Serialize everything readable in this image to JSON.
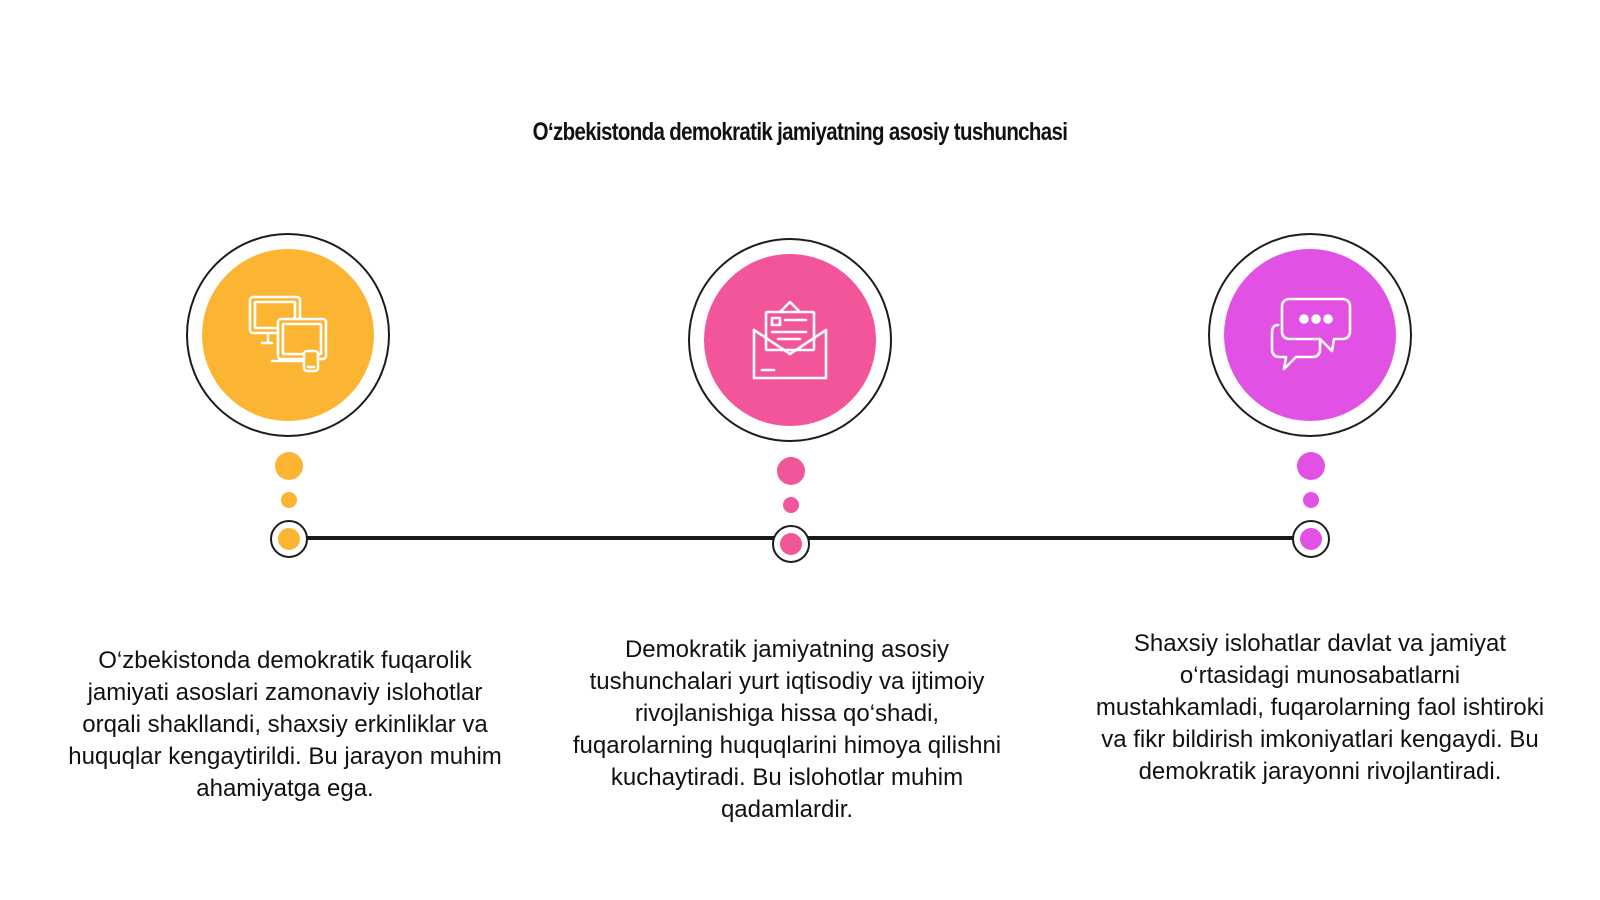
{
  "title": "Oʻzbekistonda demokratik jamiyatning asosiy tushunchasi",
  "colors": {
    "orange": "#fbb533",
    "pink": "#f2559a",
    "violet": "#e152e4",
    "line": "#1a1a1a"
  },
  "steps": [
    {
      "icon": "devices-icon",
      "color": "#fbb533",
      "text": "O‘zbekistonda demokratik fuqarolik jamiyati asoslari zamonaviy islohotlar orqali shakllandi, shaxsiy erkinliklar va huquqlar kengaytirildi. Bu jarayon muhim ahamiyatga ega."
    },
    {
      "icon": "envelope-letter-icon",
      "color": "#f2559a",
      "text": "Demokratik jamiyatning asosiy tushunchalari yurt iqtisodiy va ijtimoiy rivojlanishiga hissa qo‘shadi, fuqarolarning huquqlarini himoya qilishni kuchaytiradi. Bu islohotlar muhim qadamlardir."
    },
    {
      "icon": "chat-bubbles-icon",
      "color": "#e152e4",
      "text": "Shaxsiy islohatlar davlat va jamiyat o‘rtasidagi munosabatlarni mustahkamladi, fuqarolarning faol ishtiroki va fikr bildirish imkoniyatlari kengaydi. Bu demokratik jarayonni rivojlantiradi."
    }
  ]
}
